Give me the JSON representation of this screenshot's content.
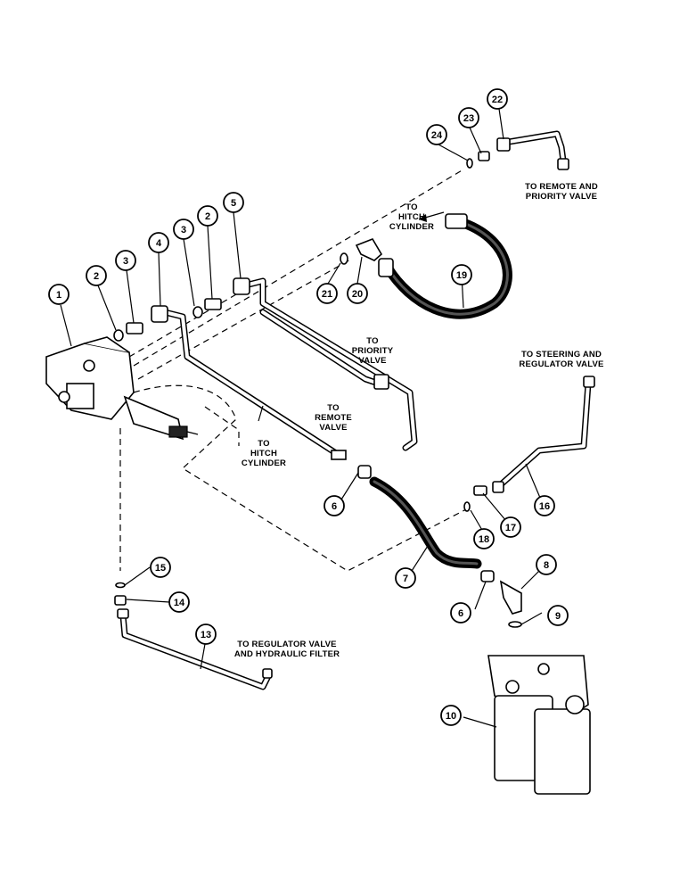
{
  "callouts": [
    "1",
    "2",
    "3",
    "4",
    "3",
    "2",
    "5",
    "21",
    "20",
    "19",
    "24",
    "23",
    "22",
    "6",
    "7",
    "18",
    "17",
    "16",
    "6",
    "8",
    "9",
    "10",
    "15",
    "14",
    "13"
  ],
  "labels": {
    "remote_priority": [
      "TO REMOTE AND",
      "PRIORITY VALVE"
    ],
    "hitch_top": [
      "TO",
      "HITCH",
      "CYLINDER"
    ],
    "priority": [
      "TO",
      "PRIORITY",
      "VALVE"
    ],
    "steering_regulator": [
      "TO STEERING AND",
      "REGULATOR VALVE"
    ],
    "remote": [
      "TO",
      "REMOTE",
      "VALVE"
    ],
    "hitch_bottom": [
      "TO",
      "HITCH",
      "CYLINDER"
    ],
    "regulator_filter": [
      "TO REGULATOR VALVE",
      "AND HYDRAULIC FILTER"
    ]
  }
}
